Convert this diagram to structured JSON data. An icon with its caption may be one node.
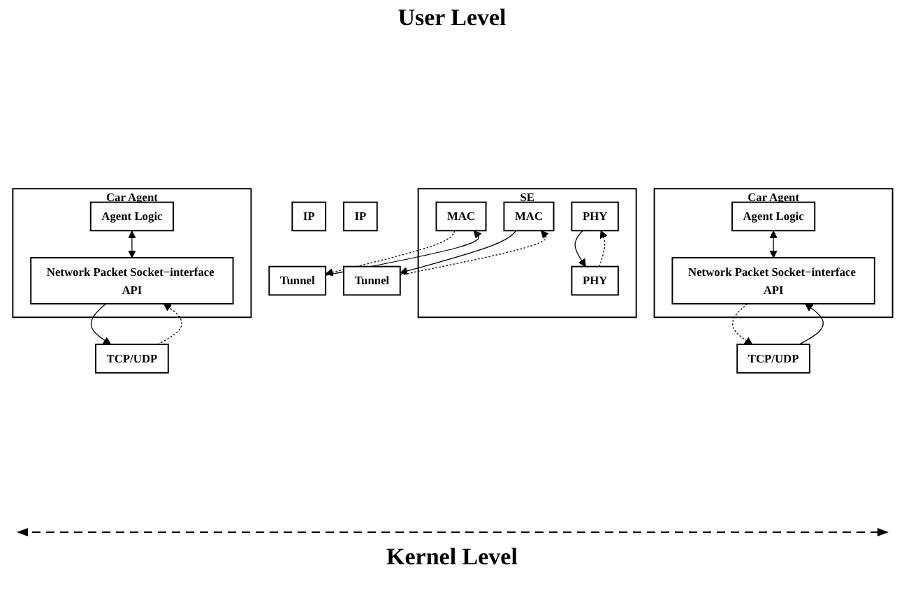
{
  "diagram": {
    "nodes": [
      {
        "text": [
          "Car Agent"
        ]
      },
      {
        "text": [
          "Agent Logic"
        ],
        "in": 0
      },
      {
        "text": [
          "Network Packet Socket−interface API"
        ],
        "in": 0
      },
      {
        "text": [
          "SE"
        ]
      },
      {
        "text": [
          "MAC"
        ],
        "in": 3
      },
      {
        "text": [
          "MAC"
        ],
        "in": 3
      },
      {
        "text": [
          "PHY"
        ],
        "in": 3
      },
      {
        "text": [
          "PHY"
        ],
        "in": 3
      },
      {
        "text": [
          "Car Agent"
        ]
      },
      {
        "text": [
          "Agent Logic"
        ],
        "in": 8
      },
      {
        "text": [
          "Network Packet Socket−interface API"
        ],
        "in": 8
      },
      {
        "text": [
          "TCP/UDP"
        ]
      },
      {
        "text": [
          "IP"
        ]
      },
      {
        "text": [
          "Tunnel"
        ]
      },
      {
        "text": [
          "TCP/UDP"
        ]
      },
      {
        "text": [
          "IP"
        ]
      },
      {
        "text": [
          "Tunnel"
        ]
      }
    ],
    "edges": [
      {
        "from": 1,
        "to": 2,
        "arrow": "both"
      },
      {
        "from": 2,
        "to": 11,
        "arrow": "to"
      },
      {
        "from": 11,
        "to": 2,
        "arrow": "to",
        "style": "dashed"
      },
      {
        "from": 13,
        "to": 4,
        "arrow": "to"
      },
      {
        "from": 4,
        "to": 13,
        "arrow": "to",
        "style": "dashed"
      },
      {
        "from": 6,
        "to": 7,
        "arrow": "to"
      },
      {
        "from": 7,
        "to": 6,
        "arrow": "to",
        "style": "dashed"
      },
      {
        "from": 16,
        "to": 5,
        "arrow": "to",
        "style": "dashed"
      },
      {
        "from": 5,
        "to": 16,
        "arrow": "to"
      },
      {
        "from": 9,
        "to": 10,
        "arrow": "both"
      },
      {
        "from": 14,
        "to": 10,
        "arrow": "to"
      },
      {
        "from": 10,
        "to": 14,
        "arrow": "to",
        "style": "dashed"
      }
    ],
    "labels": [
      "User Level",
      "Kernel Level"
    ]
  }
}
